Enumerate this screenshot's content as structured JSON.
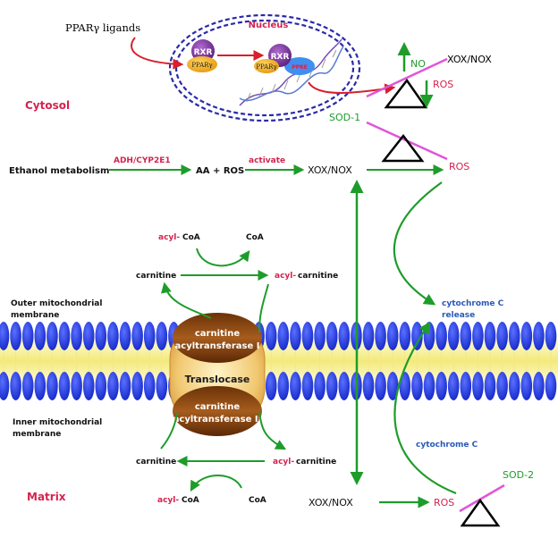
{
  "labels": {
    "ppar_ligands": "PPARγ ligands",
    "nucleus": "Nucleus",
    "rxr_1": "RXR",
    "ppar_1": "PPARγ",
    "rxr_2": "RXR",
    "ppar_2": "PPARγ",
    "ppre": "PPRE",
    "cytosol": "Cytosol",
    "matrix": "Matrix",
    "no": "NO",
    "xox_nox_top": "XOX/NOX",
    "ros_top": "ROS",
    "sod1": "SOD-1",
    "ros_mid": "ROS",
    "ethanol_metabolism": "Ethanol metabolism",
    "adh_cyp2e1": "ADH/CYP2E1",
    "aa_ros": "AA + ROS",
    "activate": "activate",
    "xox_nox_mid": "XOX/NOX",
    "acyl_top": "acyl-",
    "coa_top_left": "CoA",
    "coa_top_right": "CoA",
    "carnitine_top": "carnitine",
    "acyl_carnitine_top_acyl": "acyl-",
    "acyl_carnitine_top": "carnitine",
    "outer_membrane": [
      "Outer mitochondrial",
      "membrane"
    ],
    "inner_membrane": [
      "Inner mitochondrial",
      "membrane"
    ],
    "cat1": [
      "carnitine",
      "acyltransferase I"
    ],
    "translocase": "Translocase",
    "cat2": [
      "carnitine",
      "acyltransferase II"
    ],
    "cytc_release": [
      "cytochrome C",
      "release"
    ],
    "cytc": "cytochrome C",
    "carnitine_bottom": "carnitine",
    "acyl_carnitine_bottom_acyl": "acyl-",
    "acyl_carnitine_bottom": "carnitine",
    "acyl_coa_bottom_acyl": "acyl-",
    "acyl_coa_bottom": "CoA",
    "coa_bottom": "CoA",
    "xox_nox_bottom": "XOX/NOX",
    "ros_bottom": "ROS",
    "sod2": "SOD-2"
  },
  "colors": {
    "arrow_green": "#1e9c2a",
    "arrow_red": "#d81f2a",
    "label_red": "#d4234f",
    "label_blue": "#2a5ab8",
    "magenta": "#e055d8",
    "membrane_blue": "#1f35d8",
    "membrane_yellow": "#f3ea7a",
    "nucleus_blue": "#2a2aa8"
  }
}
